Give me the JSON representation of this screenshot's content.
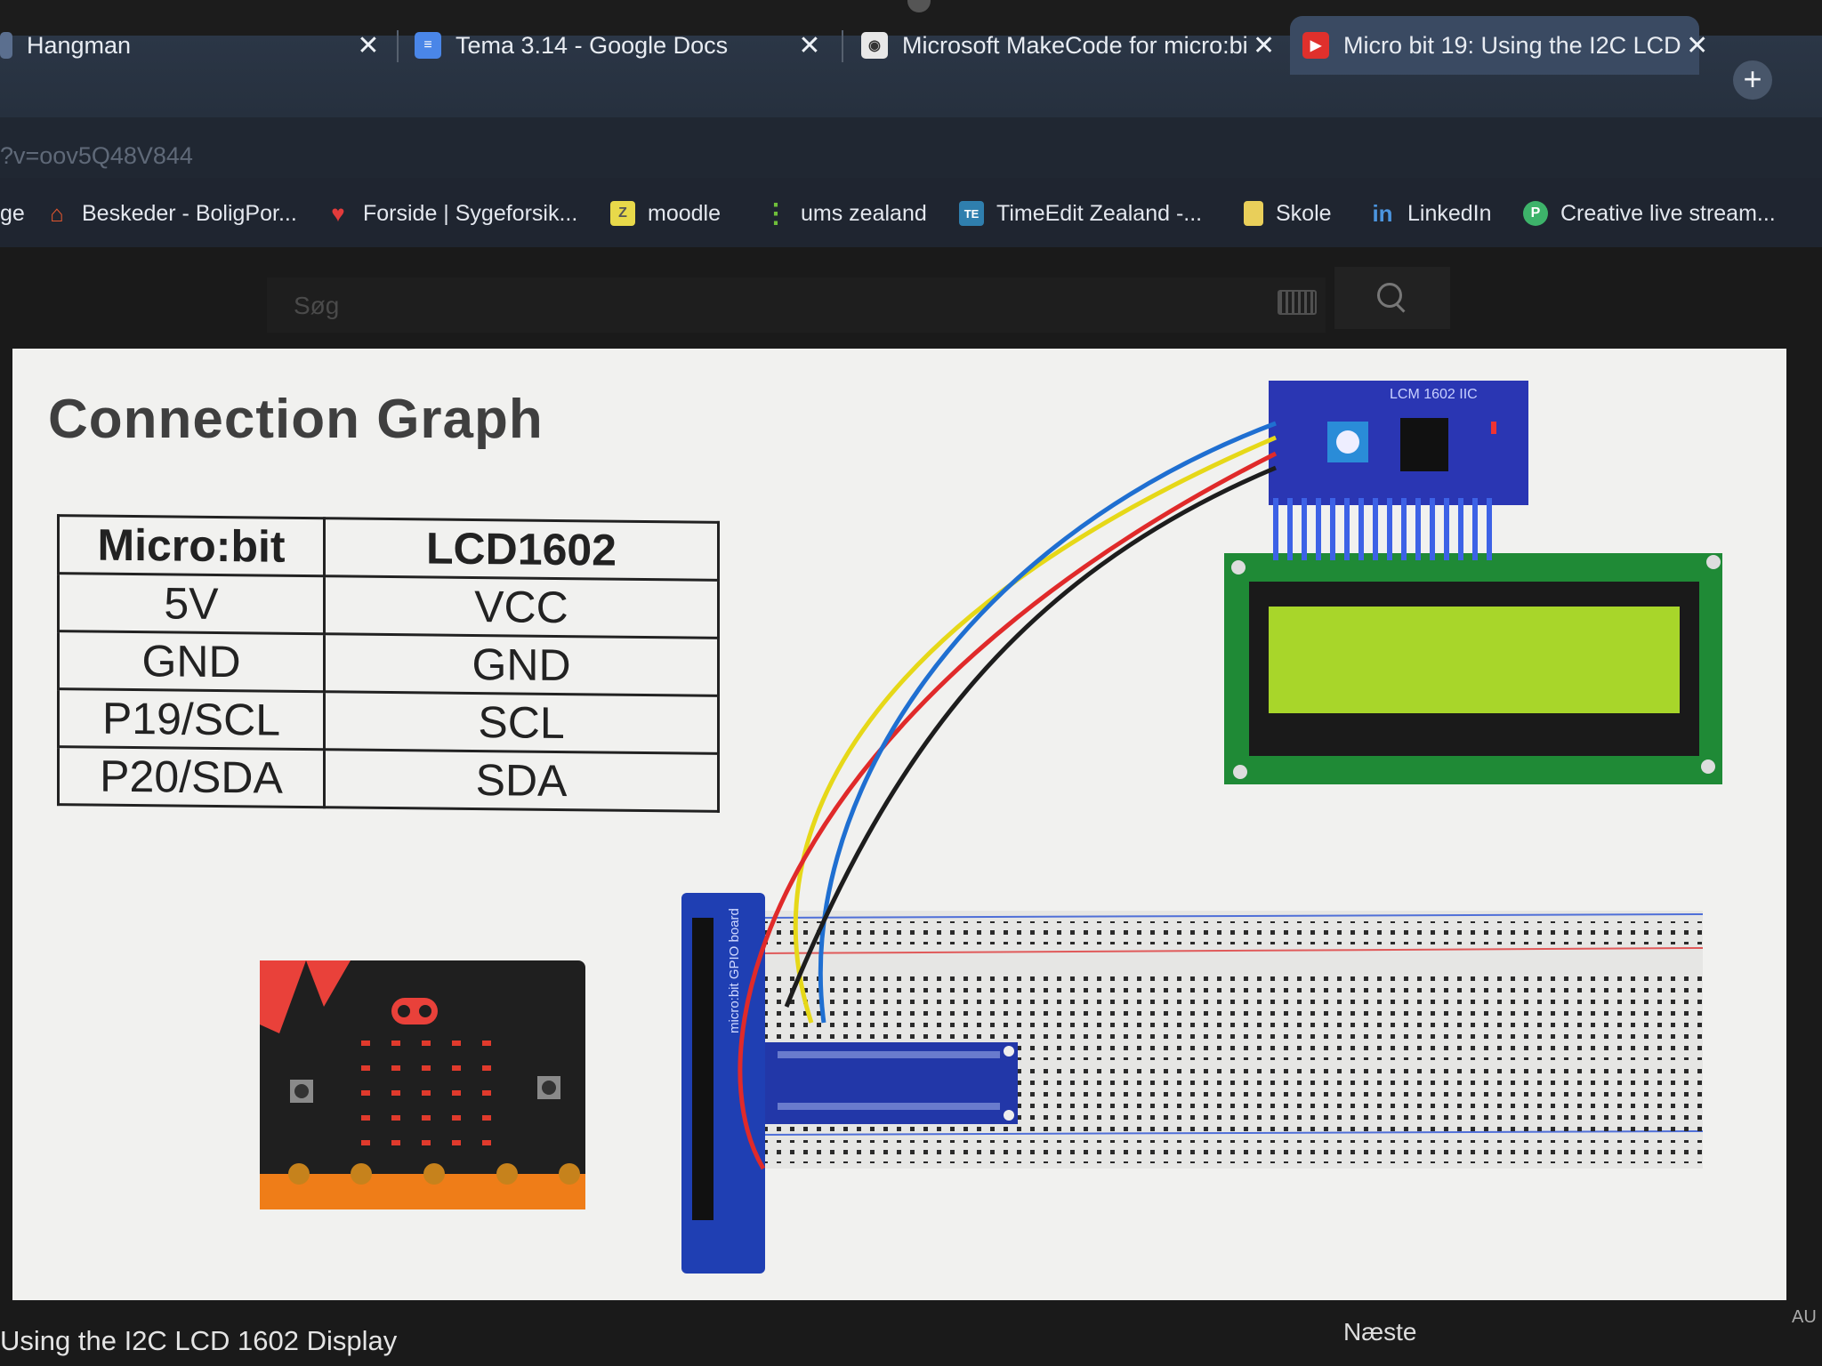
{
  "browser": {
    "tabs": [
      {
        "title": "Hangman",
        "icon": "page-icon",
        "close": "✕"
      },
      {
        "title": "Tema 3.14 - Google Docs",
        "icon": "google-docs-icon",
        "close": "✕"
      },
      {
        "title": "Microsoft MakeCode for micro:bi",
        "icon": "makecode-icon",
        "close": "✕"
      },
      {
        "title": "Micro bit 19: Using the I2C LCD",
        "icon": "youtube-icon",
        "close": "✕",
        "active": true
      }
    ],
    "new_tab_label": "+",
    "url_fragment": "?v=oov5Q48V844",
    "bookmarks": [
      {
        "label": "ge",
        "icon": ""
      },
      {
        "label": "Beskeder - BoligPor...",
        "icon": "house-icon",
        "icon_color": "#e2572f"
      },
      {
        "label": "Forside | Sygeforsik...",
        "icon": "heart-icon",
        "icon_color": "#e23b3b"
      },
      {
        "label": "moodle",
        "icon": "moodle-icon",
        "icon_text": "Z",
        "icon_color": "#e8d94a"
      },
      {
        "label": "ums zealand",
        "icon": "dots-icon",
        "icon_color": "#6fbf3a"
      },
      {
        "label": "TimeEdit Zealand -...",
        "icon": "timeedit-icon",
        "icon_text": "TE",
        "icon_color": "#2f7fae"
      },
      {
        "label": "Skole",
        "icon": "folder-icon",
        "icon_color": "#e9cf5a"
      },
      {
        "label": "LinkedIn",
        "icon": "linkedin-icon",
        "icon_text": "in",
        "icon_color": "#2a78c2"
      },
      {
        "label": "Creative live stream...",
        "icon": "play-icon",
        "icon_text": "P",
        "icon_color": "#3db36a"
      }
    ]
  },
  "search": {
    "placeholder": "Søg"
  },
  "slide": {
    "title": "Connection Graph",
    "table": {
      "headers": [
        "Micro:bit",
        "LCD1602"
      ],
      "rows": [
        [
          "5V",
          "VCC"
        ],
        [
          "GND",
          "GND"
        ],
        [
          "P19/SCL",
          "SCL"
        ],
        [
          "P20/SDA",
          "SDA"
        ]
      ]
    },
    "lcd_module_label": "LCM 1602 IIC",
    "gpio_board_label": "micro:bit GPIO board",
    "wire_colors": {
      "vcc": "#e02a2a",
      "gnd": "#1d1d1d",
      "scl": "#e6d818",
      "sda": "#1f6fd1"
    }
  },
  "video": {
    "caption": "Using the I2C LCD 1602 Display",
    "next_label": "Næste",
    "corner_label": "AU"
  }
}
